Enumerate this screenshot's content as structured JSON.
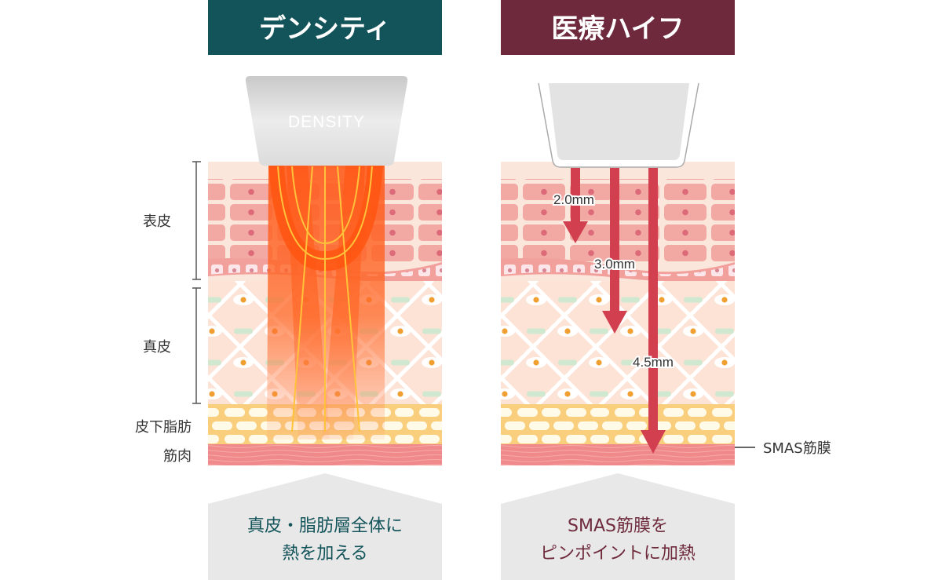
{
  "density": {
    "title": "デンシティ",
    "device_label": "DENSITY",
    "caption_line1": "真皮・脂肪層全体に",
    "caption_line2": "熱を加える",
    "color": "#13545a"
  },
  "hifu": {
    "title": "医療ハイフ",
    "depths": [
      "2.0mm",
      "3.0mm",
      "4.5mm"
    ],
    "caption_line1": "SMAS筋膜を",
    "caption_line2": "ピンポイントに加熱",
    "color": "#6e2a3c",
    "arrow_color": "#d2404f"
  },
  "layers": {
    "epidermis": "表皮",
    "dermis": "真皮",
    "subcutaneous_fat": "皮下脂肪",
    "muscle": "筋肉",
    "smas": "SMAS筋膜"
  }
}
